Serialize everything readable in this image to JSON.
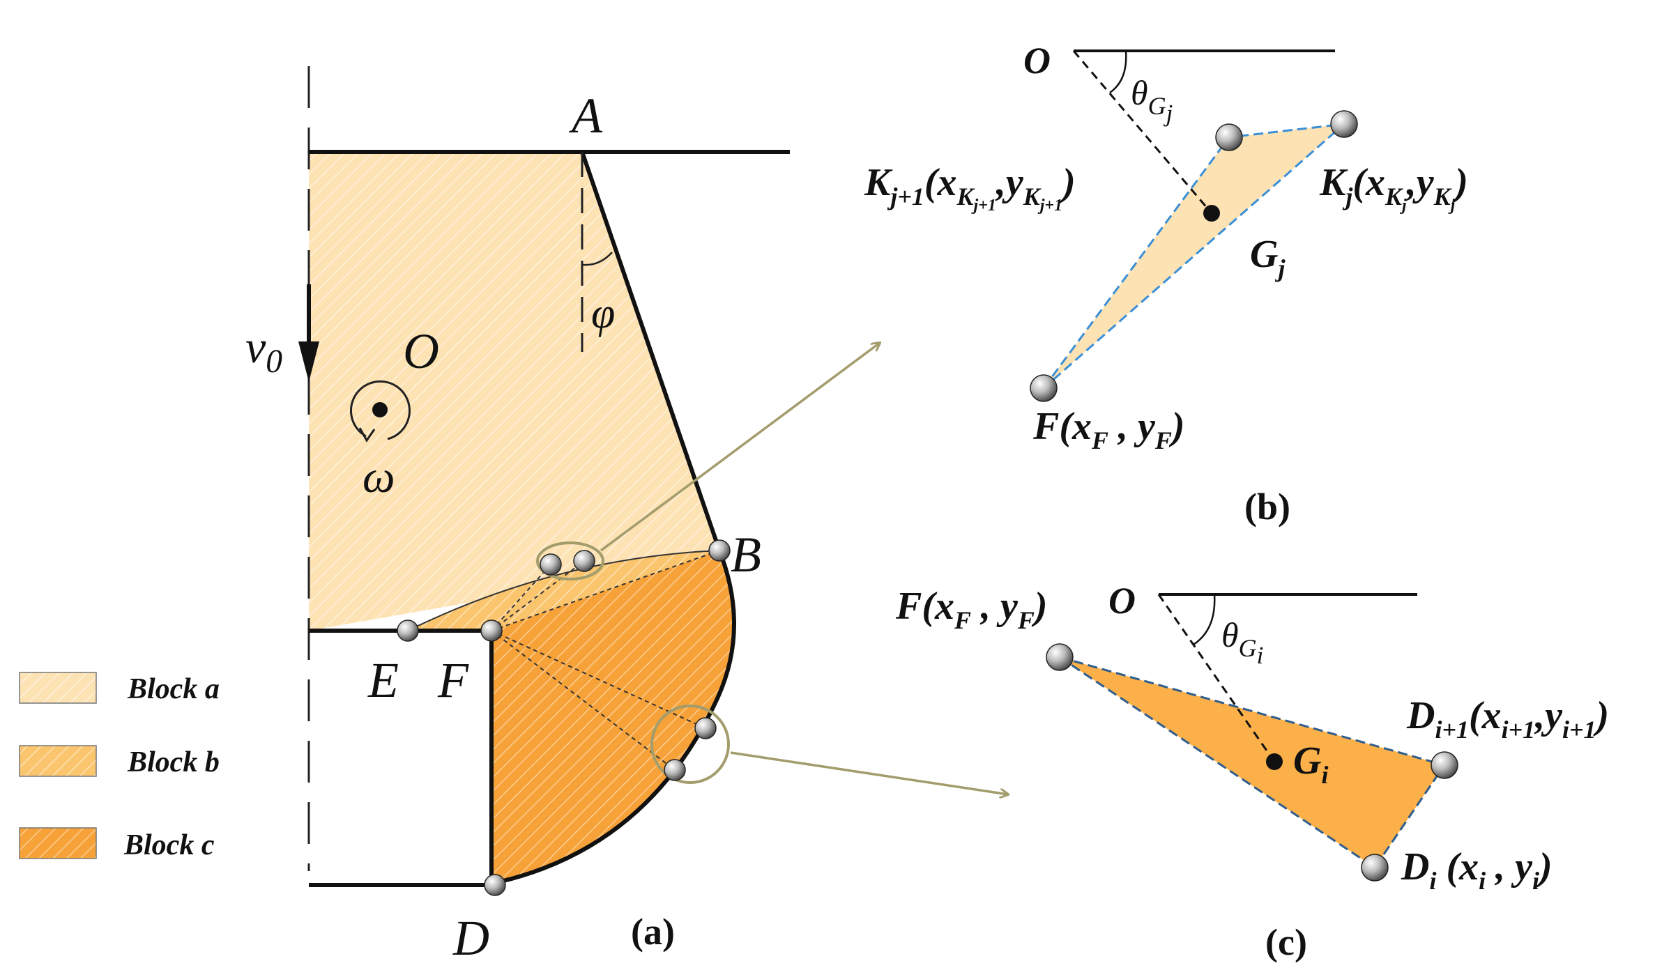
{
  "colors": {
    "block_a": "#fde2b4",
    "block_b": "#fbc56e",
    "block_c": "#f7a238",
    "arrow": "#a39c6c",
    "dash_blue": "#3b8fd6",
    "dash_navy": "#2f5d8c"
  },
  "panel_a": {
    "caption": "(a)",
    "labels": {
      "A": "A",
      "B": "B",
      "D": "D",
      "E": "E",
      "F": "F",
      "O": "O",
      "v_main": "v",
      "v_sub": "0",
      "phi": "φ",
      "omega": "ω"
    },
    "legend": [
      {
        "key": "block_a",
        "label": "Block a"
      },
      {
        "key": "block_b",
        "label": "Block b"
      },
      {
        "key": "block_c",
        "label": "Block c"
      }
    ]
  },
  "panel_b": {
    "caption": "(b)",
    "O": "O",
    "theta_main": "θ",
    "theta_sub": "G",
    "theta_subsub": "j",
    "Kj1": {
      "main": "K",
      "sub": "j+1",
      "coord_open": "(x",
      "xsub": "K",
      "xsubsub": "j+1",
      "mid": ",y",
      "ysub": "K",
      "ysubsub": "j+1",
      "close": ")"
    },
    "Kj": {
      "main": "K",
      "sub": "j",
      "coord_open": "(x",
      "xsub": "K",
      "xsubsub": "j",
      "mid": ",y",
      "ysub": "K",
      "ysubsub": "j",
      "close": ")"
    },
    "G": {
      "main": "G",
      "sub": "j"
    },
    "F": {
      "main": "F",
      "coord_open": "(x",
      "xsub": "F",
      "mid": " , y",
      "ysub": "F",
      "close": ")"
    }
  },
  "panel_c": {
    "caption": "(c)",
    "O": "O",
    "theta_main": "θ",
    "theta_sub": "G",
    "theta_subsub": "i",
    "F": {
      "main": "F",
      "coord_open": "(x",
      "xsub": "F",
      "mid": " , y",
      "ysub": "F",
      "close": ")"
    },
    "Di1": {
      "main": "D",
      "sub": "i+1",
      "coord_open": "(x",
      "xsub": "i+1",
      "mid": ",y",
      "ysub": "i+1",
      "close": ")"
    },
    "Di": {
      "main": "D",
      "sub": "i",
      "coord_open": " (x",
      "xsub": "i",
      "mid": " , y",
      "ysub": "i",
      "close": ")"
    },
    "G": {
      "main": "G",
      "sub": "i"
    }
  }
}
